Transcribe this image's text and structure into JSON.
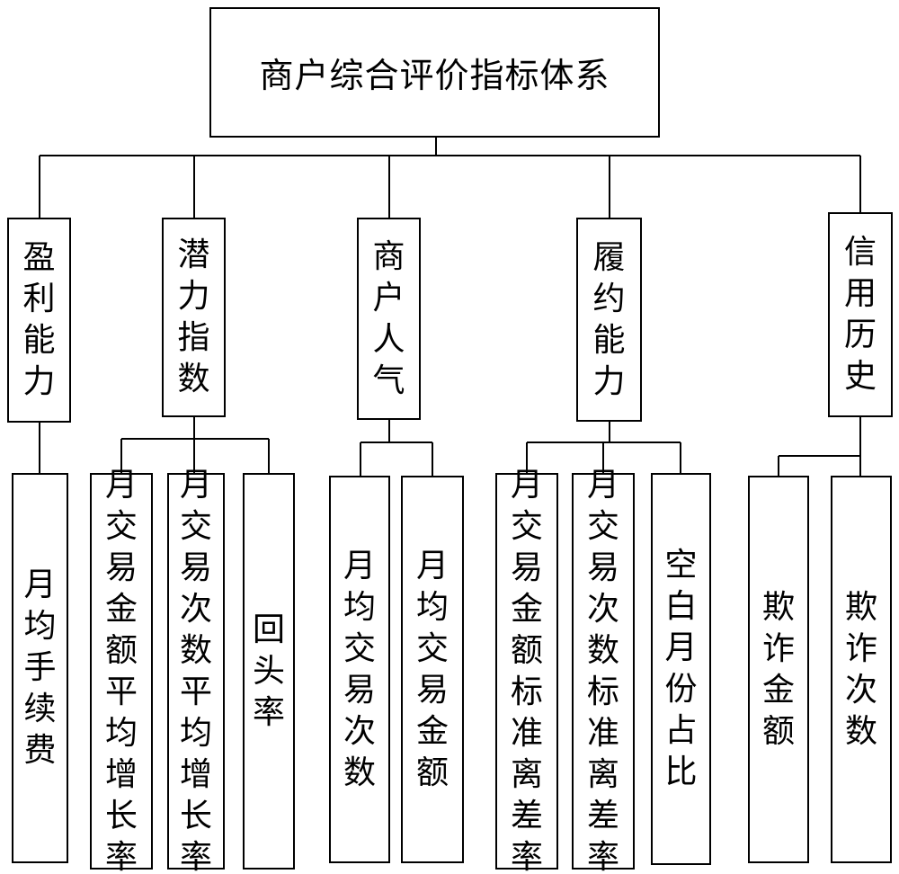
{
  "root": {
    "title": "商户综合评价指标体系"
  },
  "categories": [
    {
      "label": "盈利能力",
      "children": [
        "月均手续费"
      ]
    },
    {
      "label": "潜力指数",
      "children": [
        "月交易金额平均增长率",
        "月交易次数平均增长率",
        "回头率"
      ]
    },
    {
      "label": "商户人气",
      "children": [
        "月均交易次数",
        "月均交易金额"
      ]
    },
    {
      "label": "履约能力",
      "children": [
        "月交易金额标准离差率",
        "月交易次数标准离差率",
        "空白月份占比"
      ]
    },
    {
      "label": "信用历史",
      "children": [
        "欺诈金额",
        "欺诈次数"
      ]
    }
  ]
}
